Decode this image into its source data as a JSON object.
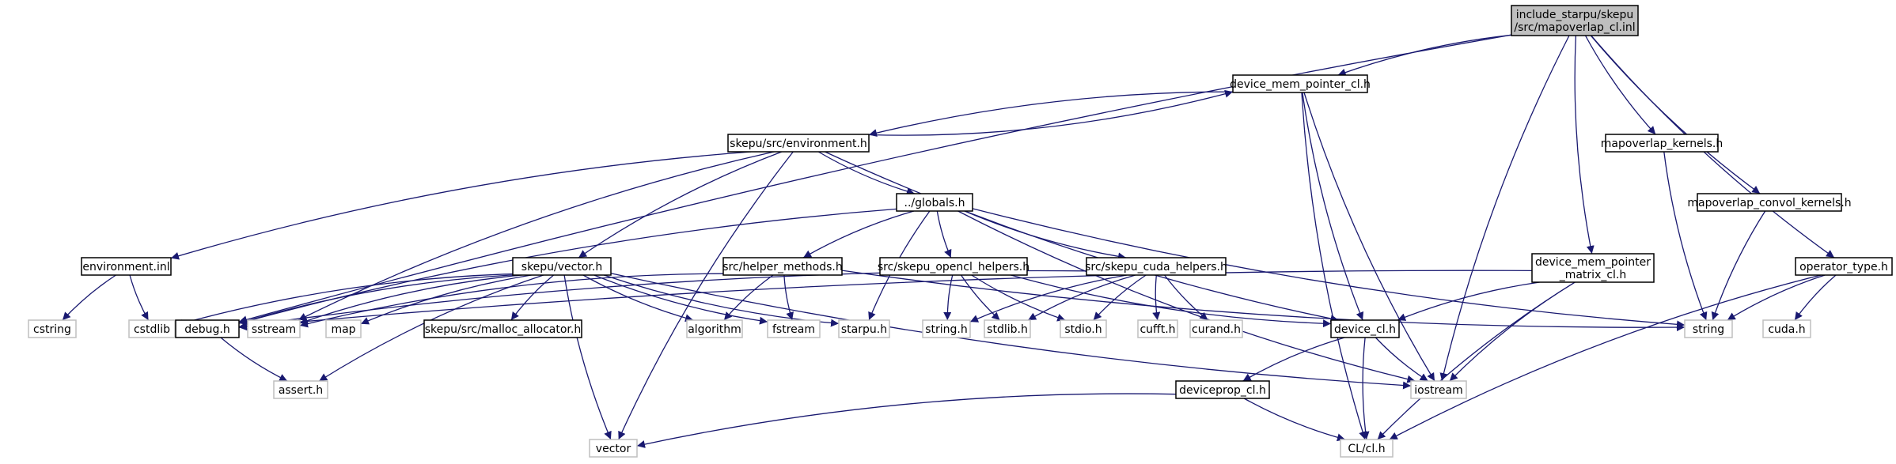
{
  "diagram": {
    "edge_color": "#191970",
    "nodes": [
      {
        "id": "root",
        "lines": [
          "include_starpu/skepu",
          "/src/mapoverlap_cl.inl"
        ],
        "style": "root"
      },
      {
        "id": "dmp",
        "lines": [
          "device_mem_pointer_cl.h"
        ],
        "style": "solid"
      },
      {
        "id": "env",
        "lines": [
          "skepu/src/environment.h"
        ],
        "style": "solid"
      },
      {
        "id": "mk",
        "lines": [
          "mapoverlap_kernels.h"
        ],
        "style": "solid"
      },
      {
        "id": "mck",
        "lines": [
          "mapoverlap_convol_kernels.h"
        ],
        "style": "solid"
      },
      {
        "id": "glob",
        "lines": [
          "../globals.h"
        ],
        "style": "solid"
      },
      {
        "id": "envinl",
        "lines": [
          "environment.inl"
        ],
        "style": "solid"
      },
      {
        "id": "vec",
        "lines": [
          "skepu/vector.h"
        ],
        "style": "solid"
      },
      {
        "id": "help",
        "lines": [
          "src/helper_methods.h"
        ],
        "style": "solid"
      },
      {
        "id": "ocl",
        "lines": [
          "src/skepu_opencl_helpers.h"
        ],
        "style": "solid"
      },
      {
        "id": "cuda",
        "lines": [
          "src/skepu_cuda_helpers.h"
        ],
        "style": "solid"
      },
      {
        "id": "dmpm",
        "lines": [
          "device_mem_pointer",
          "_matrix_cl.h"
        ],
        "style": "solid"
      },
      {
        "id": "op",
        "lines": [
          "operator_type.h"
        ],
        "style": "solid"
      },
      {
        "id": "cstring",
        "lines": [
          "cstring"
        ],
        "style": "faded"
      },
      {
        "id": "cstdlib",
        "lines": [
          "cstdlib"
        ],
        "style": "faded"
      },
      {
        "id": "debug",
        "lines": [
          "debug.h"
        ],
        "style": "solid"
      },
      {
        "id": "sstream",
        "lines": [
          "sstream"
        ],
        "style": "faded"
      },
      {
        "id": "map",
        "lines": [
          "map"
        ],
        "style": "faded"
      },
      {
        "id": "malloc",
        "lines": [
          "skepu/src/malloc_allocator.h"
        ],
        "style": "solid"
      },
      {
        "id": "algo",
        "lines": [
          "algorithm"
        ],
        "style": "faded"
      },
      {
        "id": "fstream",
        "lines": [
          "fstream"
        ],
        "style": "faded"
      },
      {
        "id": "starpu",
        "lines": [
          "starpu.h"
        ],
        "style": "faded"
      },
      {
        "id": "stringh",
        "lines": [
          "string.h"
        ],
        "style": "faded"
      },
      {
        "id": "stdlib",
        "lines": [
          "stdlib.h"
        ],
        "style": "faded"
      },
      {
        "id": "stdio",
        "lines": [
          "stdio.h"
        ],
        "style": "faded"
      },
      {
        "id": "cufft",
        "lines": [
          "cufft.h"
        ],
        "style": "faded"
      },
      {
        "id": "curand",
        "lines": [
          "curand.h"
        ],
        "style": "faded"
      },
      {
        "id": "devcl",
        "lines": [
          "device_cl.h"
        ],
        "style": "solid"
      },
      {
        "id": "string",
        "lines": [
          "string"
        ],
        "style": "faded"
      },
      {
        "id": "cudah",
        "lines": [
          "cuda.h"
        ],
        "style": "faded"
      },
      {
        "id": "assert",
        "lines": [
          "assert.h"
        ],
        "style": "faded"
      },
      {
        "id": "devprop",
        "lines": [
          "deviceprop_cl.h"
        ],
        "style": "solid"
      },
      {
        "id": "iostream",
        "lines": [
          "iostream"
        ],
        "style": "faded"
      },
      {
        "id": "vector",
        "lines": [
          "vector"
        ],
        "style": "faded"
      },
      {
        "id": "clh",
        "lines": [
          "CL/cl.h"
        ],
        "style": "faded"
      }
    ],
    "edges": [
      [
        "root",
        "dmp"
      ],
      [
        "root",
        "debug"
      ],
      [
        "root",
        "iostream"
      ],
      [
        "root",
        "dmpm"
      ],
      [
        "root",
        "mk"
      ],
      [
        "root",
        "mck"
      ],
      [
        "root",
        "op"
      ],
      [
        "dmp",
        "env"
      ],
      [
        "dmp",
        "devcl"
      ],
      [
        "dmp",
        "iostream"
      ],
      [
        "dmp",
        "clh"
      ],
      [
        "env",
        "dmp"
      ],
      [
        "env",
        "vector"
      ],
      [
        "env",
        "envinl"
      ],
      [
        "env",
        "sstream"
      ],
      [
        "env",
        "vec"
      ],
      [
        "env",
        "glob"
      ],
      [
        "env",
        "devcl"
      ],
      [
        "envinl",
        "cstring"
      ],
      [
        "envinl",
        "cstdlib"
      ],
      [
        "glob",
        "debug"
      ],
      [
        "glob",
        "help"
      ],
      [
        "glob",
        "starpu"
      ],
      [
        "glob",
        "ocl"
      ],
      [
        "glob",
        "cuda"
      ],
      [
        "glob",
        "iostream"
      ],
      [
        "glob",
        "string"
      ],
      [
        "vec",
        "cstdlib"
      ],
      [
        "vec",
        "debug"
      ],
      [
        "vec",
        "sstream"
      ],
      [
        "vec",
        "map"
      ],
      [
        "vec",
        "malloc"
      ],
      [
        "vec",
        "algo"
      ],
      [
        "vec",
        "fstream"
      ],
      [
        "vec",
        "starpu"
      ],
      [
        "vec",
        "assert"
      ],
      [
        "vec",
        "iostream"
      ],
      [
        "vec",
        "vector"
      ],
      [
        "help",
        "sstream"
      ],
      [
        "help",
        "algo"
      ],
      [
        "help",
        "fstream"
      ],
      [
        "help",
        "string"
      ],
      [
        "ocl",
        "stringh"
      ],
      [
        "ocl",
        "stdlib"
      ],
      [
        "ocl",
        "stdio"
      ],
      [
        "ocl",
        "devcl"
      ],
      [
        "cuda",
        "debug"
      ],
      [
        "cuda",
        "stringh"
      ],
      [
        "cuda",
        "stdlib"
      ],
      [
        "cuda",
        "stdio"
      ],
      [
        "cuda",
        "cufft"
      ],
      [
        "cuda",
        "curand"
      ],
      [
        "dmpm",
        "debug"
      ],
      [
        "dmpm",
        "devcl"
      ],
      [
        "dmpm",
        "iostream"
      ],
      [
        "dmpm",
        "clh"
      ],
      [
        "mk",
        "string"
      ],
      [
        "mck",
        "string"
      ],
      [
        "op",
        "string"
      ],
      [
        "op",
        "cudah"
      ],
      [
        "op",
        "clh"
      ],
      [
        "debug",
        "assert"
      ],
      [
        "devcl",
        "iostream"
      ],
      [
        "devcl",
        "devprop"
      ],
      [
        "devcl",
        "clh"
      ],
      [
        "devprop",
        "vector"
      ],
      [
        "devprop",
        "clh"
      ]
    ]
  }
}
